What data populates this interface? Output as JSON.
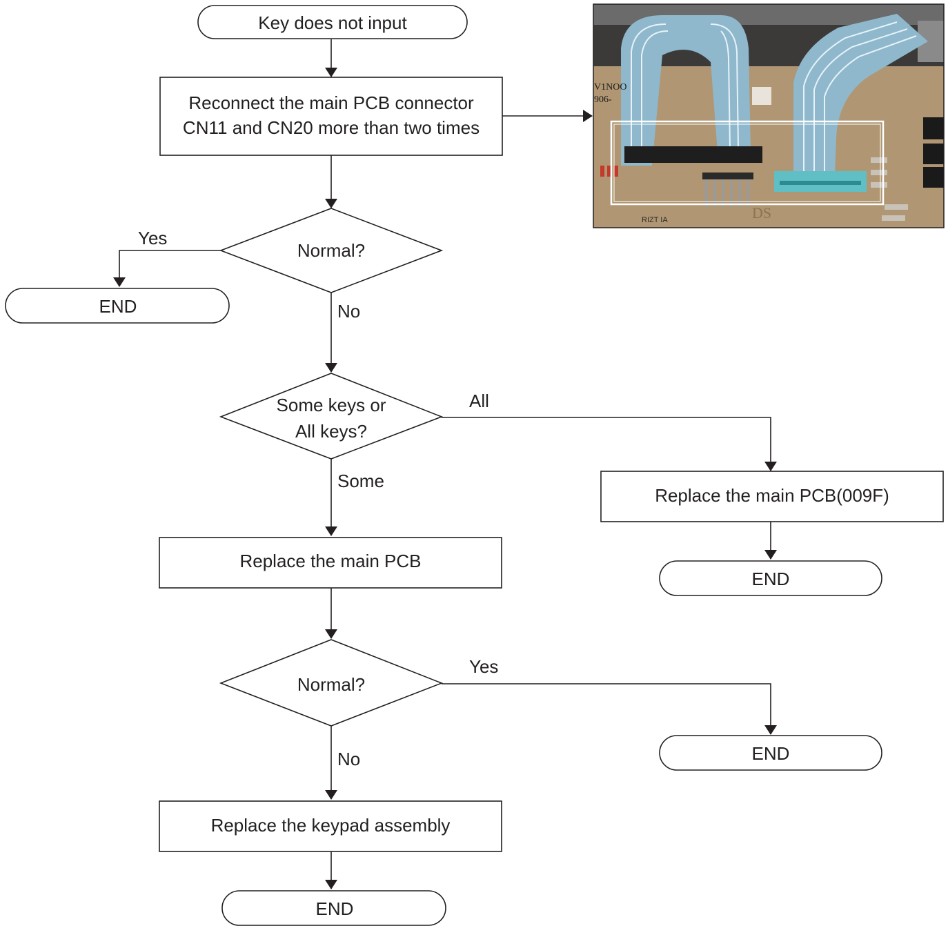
{
  "start": {
    "label": "Key does not input"
  },
  "step_reconnect": {
    "line1": "Reconnect the main PCB connector",
    "line2": "CN11 and CN20 more than two times"
  },
  "decision_normal_1": {
    "label": "Normal?",
    "yes": "Yes",
    "no": "No"
  },
  "end_labels": {
    "end": "END"
  },
  "decision_keys": {
    "line1": "Some keys or",
    "line2": "All keys?",
    "all": "All",
    "some": "Some"
  },
  "step_replace_pcb_009f": {
    "label": "Replace the main PCB(009F)"
  },
  "step_replace_pcb": {
    "label": "Replace the main PCB"
  },
  "decision_normal_2": {
    "label": "Normal?",
    "yes": "Yes",
    "no": "No"
  },
  "step_replace_keypad": {
    "label": "Replace the keypad assembly"
  },
  "photo": {
    "board_print_1": "V1NOO",
    "board_print_2": "906-",
    "board_print_3": "DS",
    "board_print_4": "RIZT IA"
  },
  "colors": {
    "line": "#231f20",
    "ribbon": "#8fb8cc",
    "board": "#a89070",
    "connector": "#5fbfc4"
  }
}
